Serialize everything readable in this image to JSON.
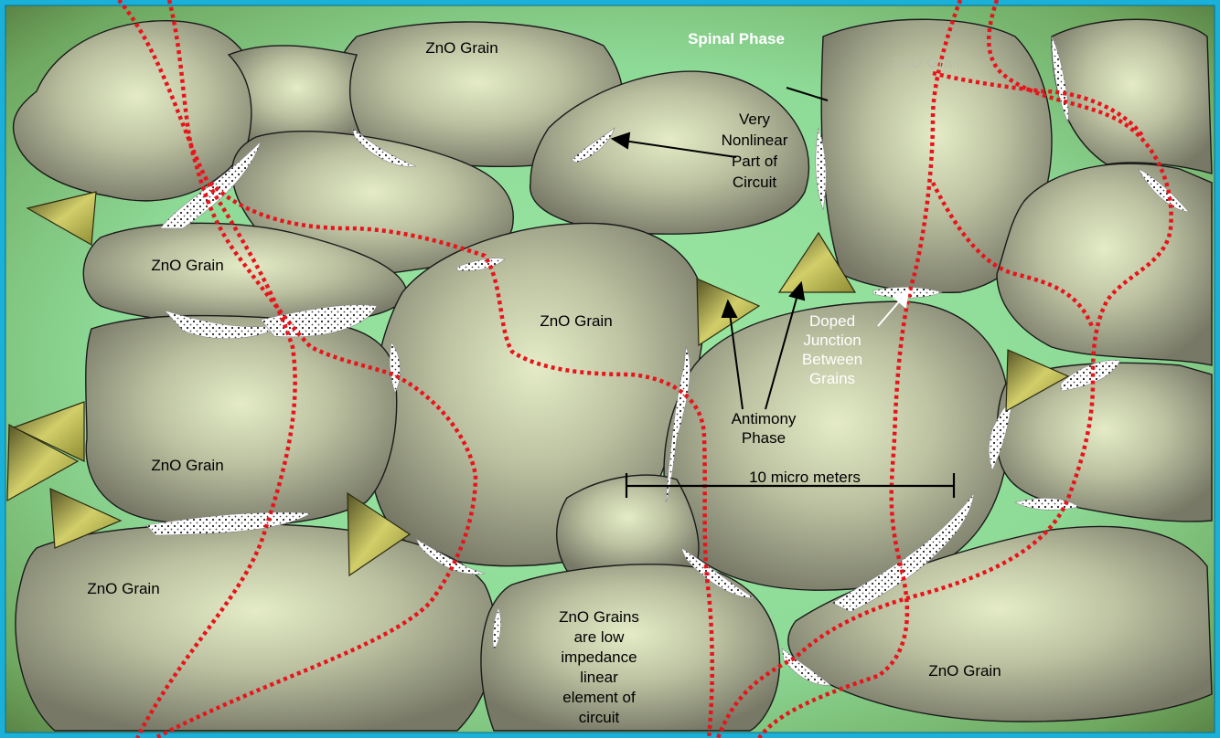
{
  "labels": {
    "spinal_phase": "Spinal Phase",
    "zno_grain": "ZnO Grain",
    "very_nonlinear": "Very\nNonlinear\nPart of\nCircuit",
    "doped_junction": "Doped\nJunction\nBetween\nGrains",
    "antimony_phase": "Antimony\nPhase",
    "scale_bar": "10 micro meters",
    "zno_grains_low": "ZnO Grains\nare low\nimpedance\nlinear\nelement of\ncircuit"
  },
  "colors": {
    "frame": "#1ab0d8",
    "spinal_phase_green": "#8fdc98",
    "grain_light": "#e0e7c2",
    "grain_dark": "#7c7d6a",
    "current_path": "#e8141b",
    "antimony": "#b9b64a"
  }
}
